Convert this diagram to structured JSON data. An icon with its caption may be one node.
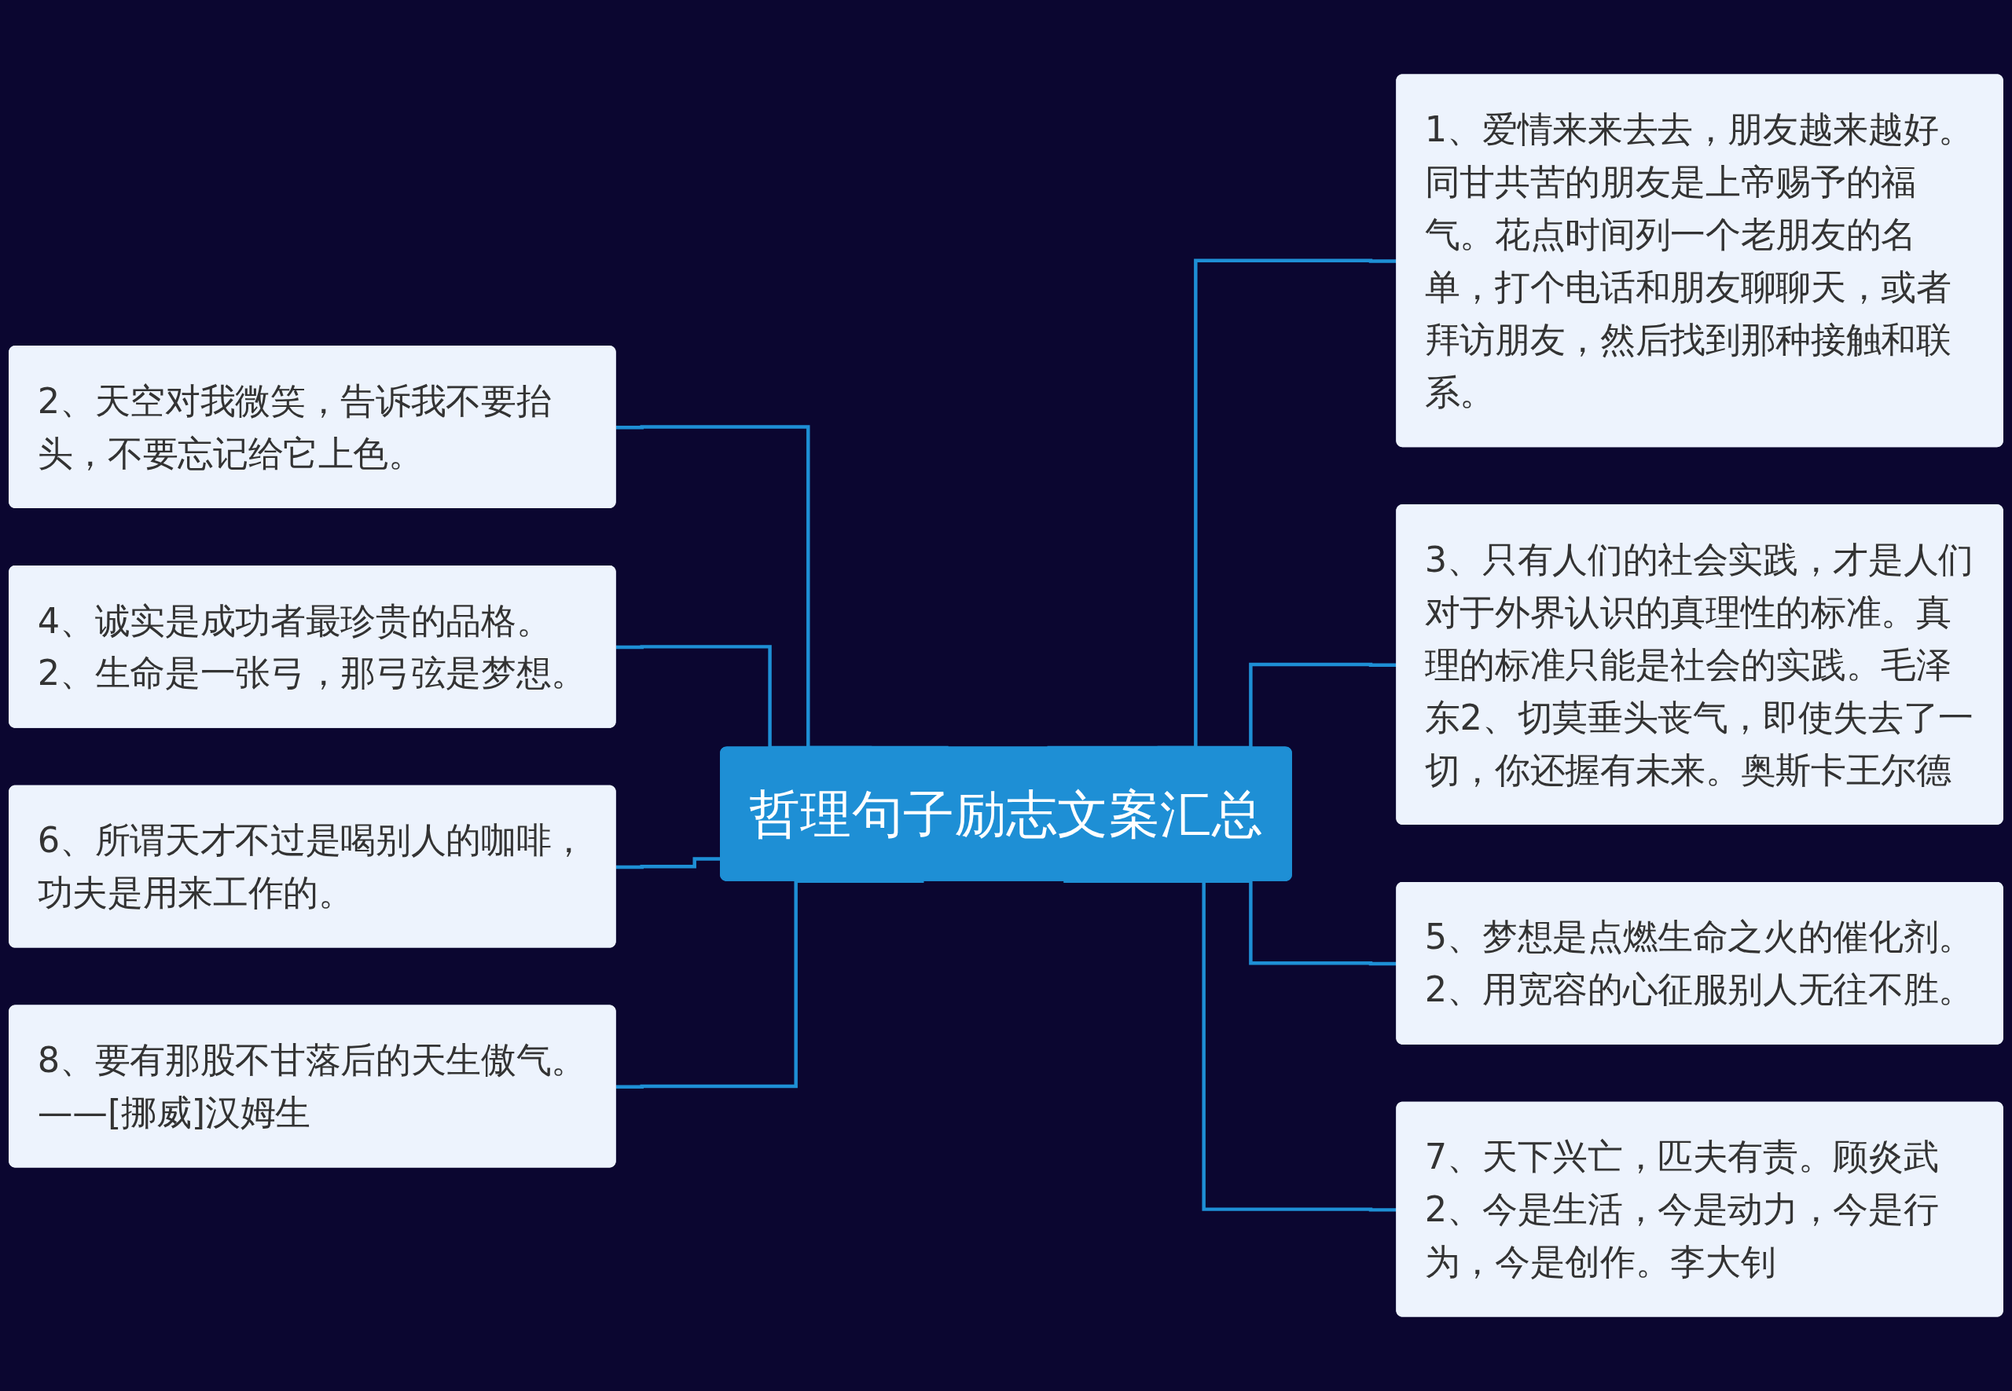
{
  "diagram": {
    "nodes": [
      {
        "text": [
          "哲理句子励志文案汇总"
        ]
      },
      {
        "text": [
          "1、爱情来来去去，朋友越来越好。同甘共苦的朋友是上帝赐予的福气。花点时间列一个老朋友的名单，打个电话和朋友聊聊天，或者拜访朋友，然后找到那种接触和联系。"
        ]
      },
      {
        "text": [
          "2、天空对我微笑，告诉我不要抬头，不要忘记给它上色。"
        ]
      },
      {
        "text": [
          "3、只有人们的社会实践，才是人们对于外界认识的真理性的标准。真理的标准只能是社会的实践。毛泽东2、切莫垂头丧气，即使失去了一切，你还握有未来。奥斯卡王尔德"
        ]
      },
      {
        "text": [
          "4、诚实是成功者最珍贵的品格。2、生命是一张弓，那弓弦是梦想。"
        ]
      },
      {
        "text": [
          "5、梦想是点燃生命之火的催化剂。2、用宽容的心征服别人无往不胜。"
        ]
      },
      {
        "text": [
          "6、所谓天才不过是喝别人的咖啡，功夫是用来工作的。"
        ]
      },
      {
        "text": [
          "7、天下兴亡，匹夫有责。顾炎武2、今是生活，今是动力，今是行为，今是创作。李大钊"
        ]
      },
      {
        "text": [
          "8、要有那股不甘落后的天生傲气。——[挪威]汉姆生"
        ]
      }
    ],
    "edges": [
      {
        "from": 0,
        "to": 1,
        "arrow": "none"
      },
      {
        "from": 0,
        "to": 2,
        "arrow": "none"
      },
      {
        "from": 0,
        "to": 3,
        "arrow": "none"
      },
      {
        "from": 0,
        "to": 4,
        "arrow": "none"
      },
      {
        "from": 0,
        "to": 5,
        "arrow": "none"
      },
      {
        "from": 0,
        "to": 6,
        "arrow": "none"
      },
      {
        "from": 0,
        "to": 7,
        "arrow": "none"
      },
      {
        "from": 0,
        "to": 8,
        "arrow": "none"
      }
    ]
  }
}
